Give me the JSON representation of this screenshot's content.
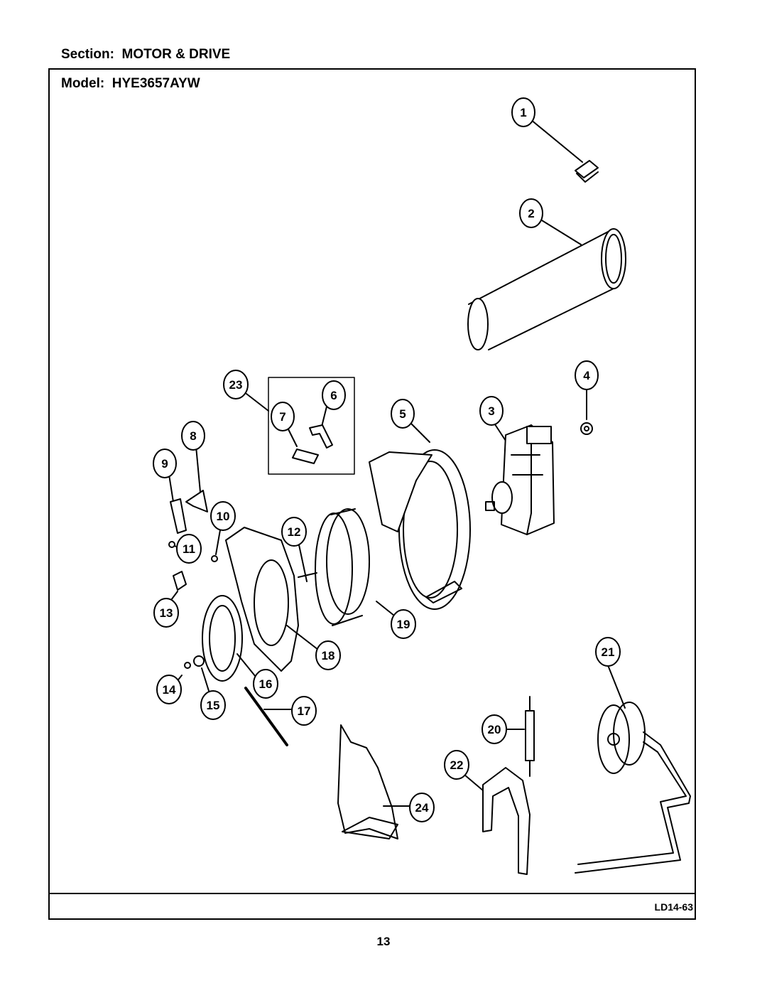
{
  "header": {
    "section_label": "Section:",
    "section_name": "MOTOR & DRIVE",
    "model_label": "Model:",
    "model_name": "HYE3657AYW"
  },
  "callouts": [
    "1",
    "2",
    "3",
    "4",
    "5",
    "6",
    "7",
    "8",
    "9",
    "10",
    "11",
    "12",
    "13",
    "14",
    "15",
    "16",
    "17",
    "18",
    "19",
    "20",
    "21",
    "22",
    "23",
    "24"
  ],
  "footer": {
    "code": "LD14-63"
  },
  "page_number": "13"
}
